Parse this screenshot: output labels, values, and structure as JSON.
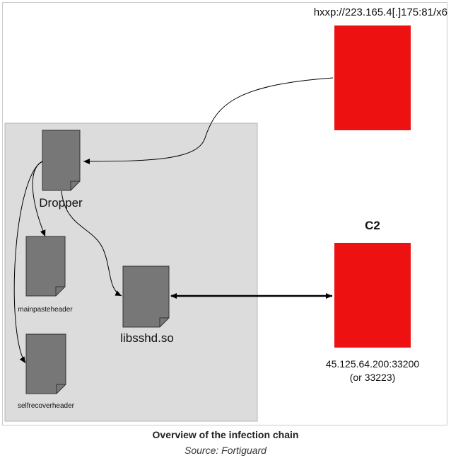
{
  "diagram": {
    "labels": {
      "download_url": "hxxp://223.165.4[.]175:81/x6",
      "c2_title": "C2",
      "c2_address_line1": "45.125.64.200:33200",
      "c2_address_line2": "(or 33223)",
      "dropper": "Dropper",
      "libsshd": "libsshd.so",
      "mainpasteheader": "mainpasteheader",
      "selfrecoverheader": "selfrecoverheader"
    },
    "colors": {
      "server_red": "#ee1111",
      "file_gray": "#777777",
      "panel_gray": "#dcdcdc",
      "line": "#000000"
    }
  },
  "caption": {
    "title": "Overview of the infection chain",
    "source": "Source: Fortiguard"
  }
}
